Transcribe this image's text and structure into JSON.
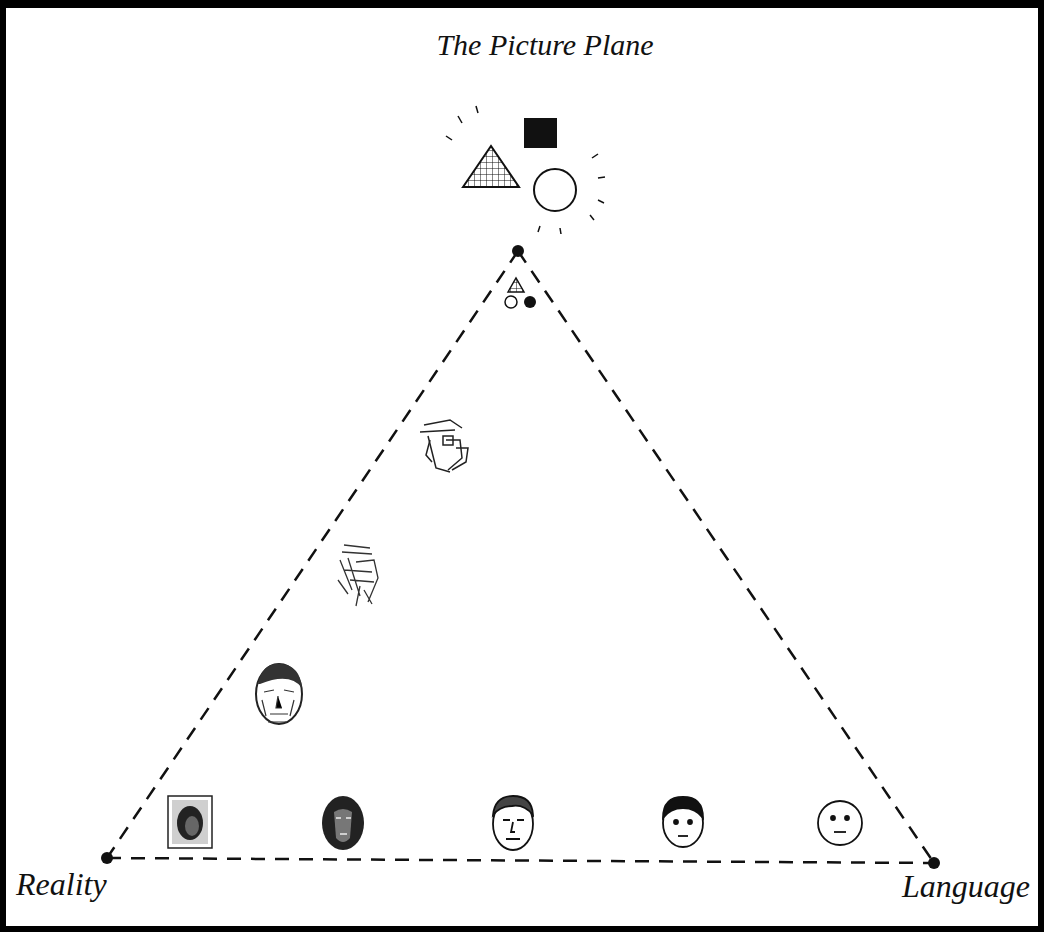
{
  "diagram": {
    "labels": [
      "The Picture Plane",
      "Reality",
      "Language"
    ]
  }
}
